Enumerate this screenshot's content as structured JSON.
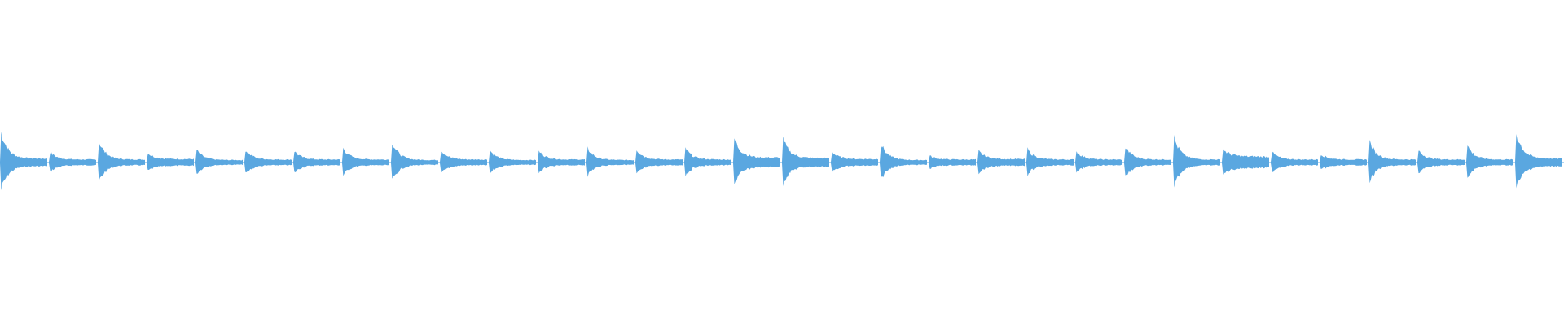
{
  "waveform": {
    "color": "#5aa7e0",
    "background": "#ffffff",
    "attack_levels": [
      0.64,
      0.22,
      0.45,
      0.2,
      0.26,
      0.27,
      0.24,
      0.3,
      0.44,
      0.26,
      0.26,
      0.24,
      0.3,
      0.28,
      0.3,
      0.5,
      0.48,
      0.22,
      0.4,
      0.14,
      0.24,
      0.28,
      0.24,
      0.34,
      0.52,
      0.28,
      0.22,
      0.18,
      0.44,
      0.26,
      0.36,
      0.62
    ],
    "sustain_levels": [
      0.08,
      0.06,
      0.06,
      0.07,
      0.05,
      0.06,
      0.06,
      0.06,
      0.05,
      0.06,
      0.05,
      0.06,
      0.05,
      0.06,
      0.06,
      0.1,
      0.09,
      0.07,
      0.05,
      0.06,
      0.07,
      0.06,
      0.06,
      0.06,
      0.06,
      0.12,
      0.06,
      0.06,
      0.06,
      0.06,
      0.06,
      0.08
    ]
  }
}
